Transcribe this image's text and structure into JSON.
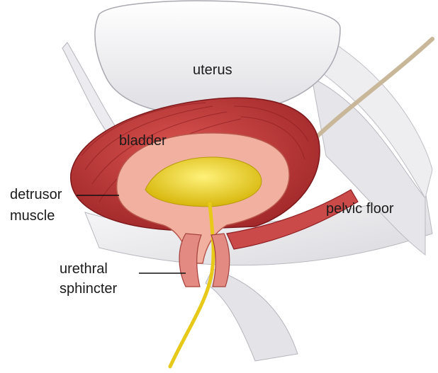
{
  "labels": {
    "uterus": "uterus",
    "bladder": "bladder",
    "detrusor_line1": "detrusor",
    "detrusor_line2": "muscle",
    "pelvic_floor": "pelvic floor",
    "sphincter_line1": "urethral",
    "sphincter_line2": "sphincter"
  },
  "colors": {
    "muscle": "#c63a3a",
    "muscle_dark": "#8f1e22",
    "wall": "#f2b0a0",
    "urine": "#ecd21e",
    "tissue": "#e9e9ec"
  }
}
